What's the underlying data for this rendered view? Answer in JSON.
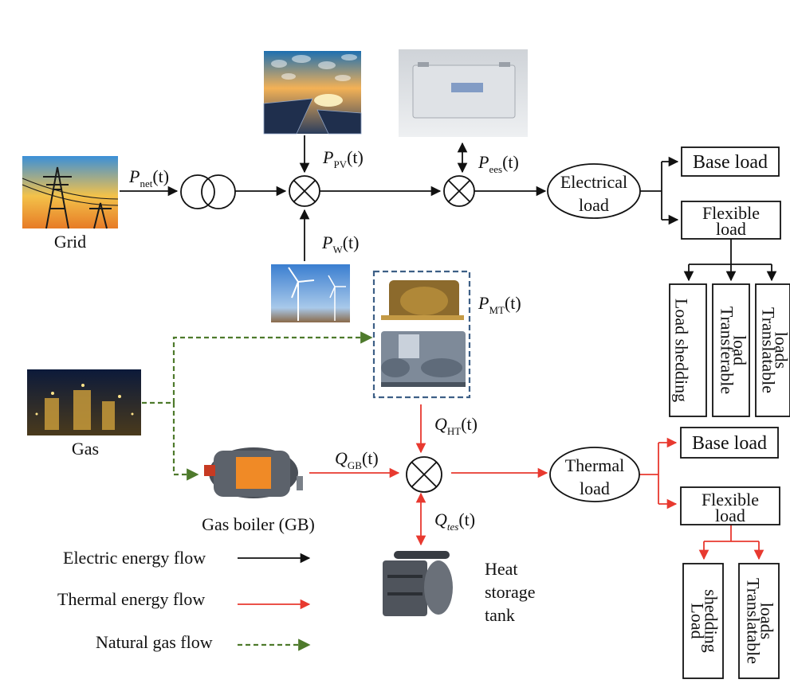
{
  "colors": {
    "electric": "#111111",
    "thermal": "#e8392f",
    "gas": "#4e7a2c",
    "turbine_box": "#3d5f86"
  },
  "labels": {
    "grid": "Grid",
    "gas": "Gas",
    "gas_boiler": "Gas boiler (GB)",
    "heat_storage": [
      "Heat",
      "storage",
      "tank"
    ],
    "electrical_load": [
      "Electrical",
      "load"
    ],
    "thermal_load": [
      "Thermal",
      "load"
    ]
  },
  "variables": {
    "p_net": {
      "main": "P",
      "sub": "net",
      "arg": "(t)"
    },
    "p_pv": {
      "main": "P",
      "sub": "PV",
      "arg": "(t)"
    },
    "p_ees": {
      "main": "P",
      "sub": "ees",
      "arg": "(t)"
    },
    "p_w": {
      "main": "P",
      "sub": "W",
      "arg": "(t)"
    },
    "p_mt": {
      "main": "P",
      "sub": "MT",
      "arg": "(t)"
    },
    "q_ht": {
      "main": "Q",
      "sub": "HT",
      "arg": "(t)"
    },
    "q_gb": {
      "main": "Q",
      "sub": "GB",
      "arg": "(t)"
    },
    "q_tes": {
      "main": "Q",
      "sub": "tes",
      "arg": "(t)"
    }
  },
  "electric_loads": {
    "base": "Base load",
    "flexible": [
      "Flexible",
      "load"
    ],
    "types": [
      [
        "Load shedding"
      ],
      [
        "Transferable",
        "load"
      ],
      [
        "Translatable",
        "loads"
      ]
    ]
  },
  "thermal_loads": {
    "base": "Base load",
    "flexible": [
      "Flexible",
      "load"
    ],
    "types": [
      [
        "Load",
        "shedding"
      ],
      [
        "Translatable",
        "loads"
      ]
    ]
  },
  "legend": [
    {
      "label": "Electric energy flow",
      "kind": "electric"
    },
    {
      "label": "Thermal energy flow",
      "kind": "thermal"
    },
    {
      "label": "Natural gas flow",
      "kind": "gas"
    }
  ]
}
